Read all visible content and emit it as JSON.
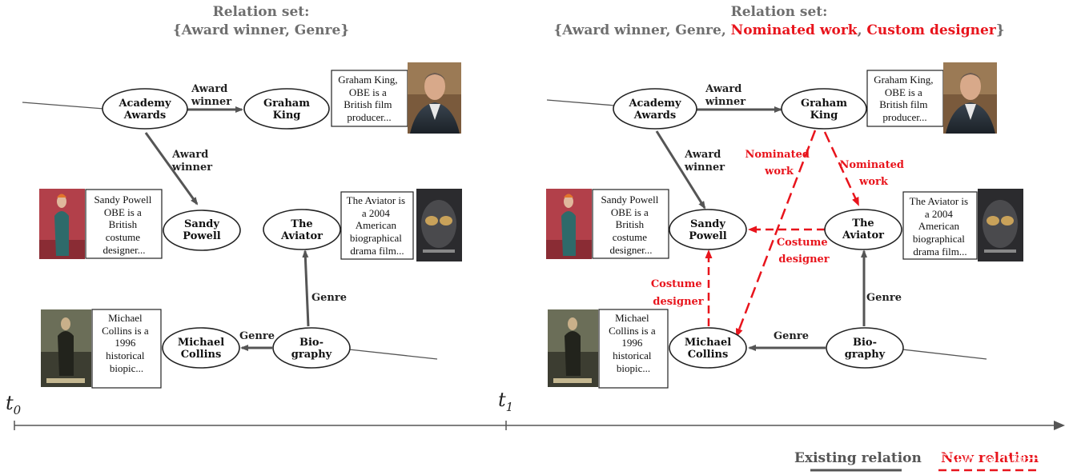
{
  "colors": {
    "existing": "#555555",
    "new": "#e8141c",
    "title_gray": "#6e6e6e"
  },
  "panels": {
    "left": {
      "title_line1": "Relation set:",
      "title_line2": "{Award winner, Genre}",
      "nodes": {
        "academy": [
          "Academy",
          "Awards"
        ],
        "graham": [
          "Graham",
          "King"
        ],
        "sandy": [
          "Sandy",
          "Powell"
        ],
        "aviator": [
          "The",
          "Aviator"
        ],
        "michael": [
          "Michael",
          "Collins"
        ],
        "biography": [
          "Bio-",
          "graphy"
        ]
      },
      "edges": {
        "award_graham": [
          "Award",
          "winner"
        ],
        "award_sandy": [
          "Award",
          "winner"
        ],
        "genre_aviator": [
          "Genre"
        ],
        "genre_michael": [
          "Genre"
        ]
      }
    },
    "right": {
      "title_line1": "Relation set:",
      "title_prefix": "{Award winner, Genre, ",
      "title_new1": "Nominated work",
      "title_sep": ", ",
      "title_new2": "Custom designer",
      "title_suffix": "}",
      "nodes": {
        "academy": [
          "Academy",
          "Awards"
        ],
        "graham": [
          "Graham",
          "King"
        ],
        "sandy": [
          "Sandy",
          "Powell"
        ],
        "aviator": [
          "The",
          "Aviator"
        ],
        "michael": [
          "Michael",
          "Collins"
        ],
        "biography": [
          "Bio-",
          "graphy"
        ]
      },
      "edges": {
        "award_graham": [
          "Award",
          "winner"
        ],
        "award_sandy": [
          "Award",
          "winner"
        ],
        "genre_aviator": [
          "Genre"
        ],
        "genre_michael": [
          "Genre"
        ],
        "nominated_michael": [
          "Nominated",
          "work"
        ],
        "nominated_aviator": [
          "Nominated",
          "work"
        ],
        "costume_aviator": [
          "Costume",
          "designer"
        ],
        "costume_michael": [
          "Costume",
          "designer"
        ]
      }
    }
  },
  "descriptions": {
    "graham": [
      "Graham King,",
      "OBE is a",
      "British film",
      "producer..."
    ],
    "sandy": [
      "Sandy Powell",
      "OBE is a",
      "British",
      "costume",
      "designer..."
    ],
    "aviator": [
      "The Aviator is",
      "a 2004",
      "American",
      "biographical",
      "drama film..."
    ],
    "michael": [
      "Michael",
      "Collins is a",
      "1996",
      "historical",
      "biopic..."
    ]
  },
  "timeline": {
    "t0": "t",
    "t0_sub": "0",
    "t1": "t",
    "t1_sub": "1"
  },
  "legend": {
    "existing": "Existing relation",
    "new": "New relation"
  },
  "watermark": "CSDN @小蜗子"
}
